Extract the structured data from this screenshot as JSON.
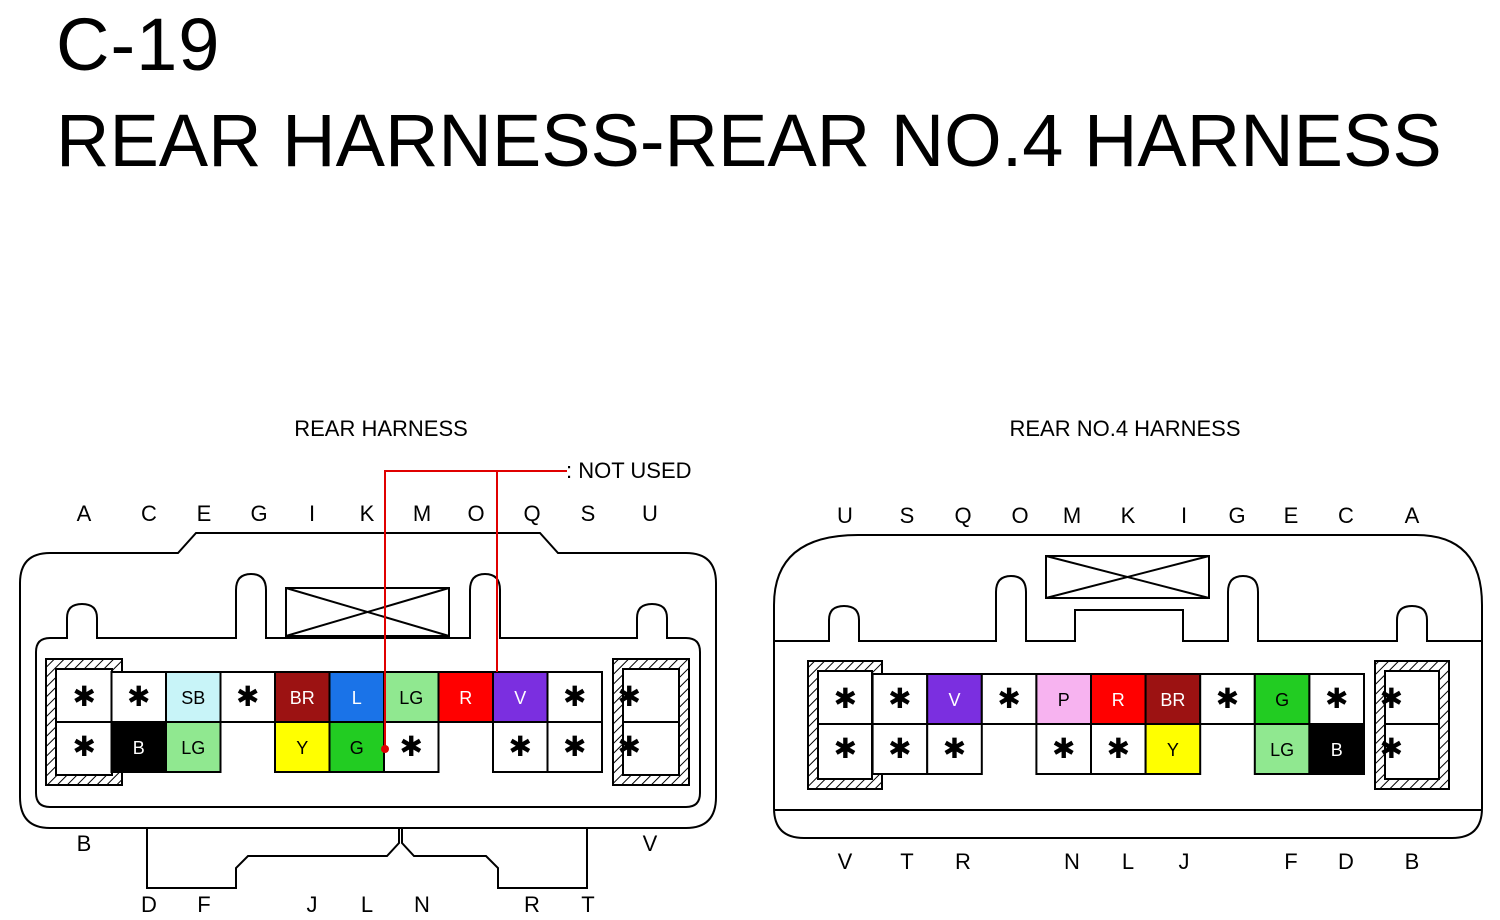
{
  "connector_code": "C-19",
  "connector_title": "REAR HARNESS-REAR NO.4 HARNESS",
  "legend": {
    "marker_label": ": NOT USED",
    "marker_color": "#e00000"
  },
  "not_used_mark": "✱",
  "wire_colors": {
    "B": "#000000",
    "SB": "#c8f4f8",
    "LG": "#90e890",
    "BR": "#9c1212",
    "L": "#1a73e8",
    "Y": "#ffff00",
    "G": "#22cc22",
    "R": "#ff0000",
    "V": "#7b2fe0",
    "P": "#f7b3f0"
  },
  "connectors": [
    {
      "name": "REAR HARNESS",
      "top_letters": [
        "A",
        "C",
        "E",
        "G",
        "I",
        "K",
        "M",
        "O",
        "Q",
        "S",
        "U"
      ],
      "bottom_letters": [
        "B",
        "D",
        "F",
        "J",
        "L",
        "N",
        "R",
        "T",
        "V"
      ],
      "top_row": [
        "*",
        "*",
        "SB",
        "*",
        "BR",
        "L",
        "LG",
        "R",
        "V",
        "*",
        "*"
      ],
      "bottom_row": [
        "*",
        "B",
        "LG",
        "",
        "Y",
        "G",
        "*",
        "",
        "*",
        "*",
        "*"
      ]
    },
    {
      "name": "REAR NO.4 HARNESS",
      "top_letters": [
        "U",
        "S",
        "Q",
        "O",
        "M",
        "K",
        "I",
        "G",
        "E",
        "C",
        "A"
      ],
      "bottom_letters": [
        "V",
        "T",
        "R",
        "N",
        "L",
        "J",
        "F",
        "D",
        "B"
      ],
      "top_row": [
        "*",
        "*",
        "V",
        "*",
        "P",
        "R",
        "BR",
        "*",
        "G",
        "*",
        "*"
      ],
      "bottom_row": [
        "*",
        "*",
        "*",
        "",
        "*",
        "*",
        "Y",
        "",
        "LG",
        "B",
        "*"
      ]
    }
  ]
}
